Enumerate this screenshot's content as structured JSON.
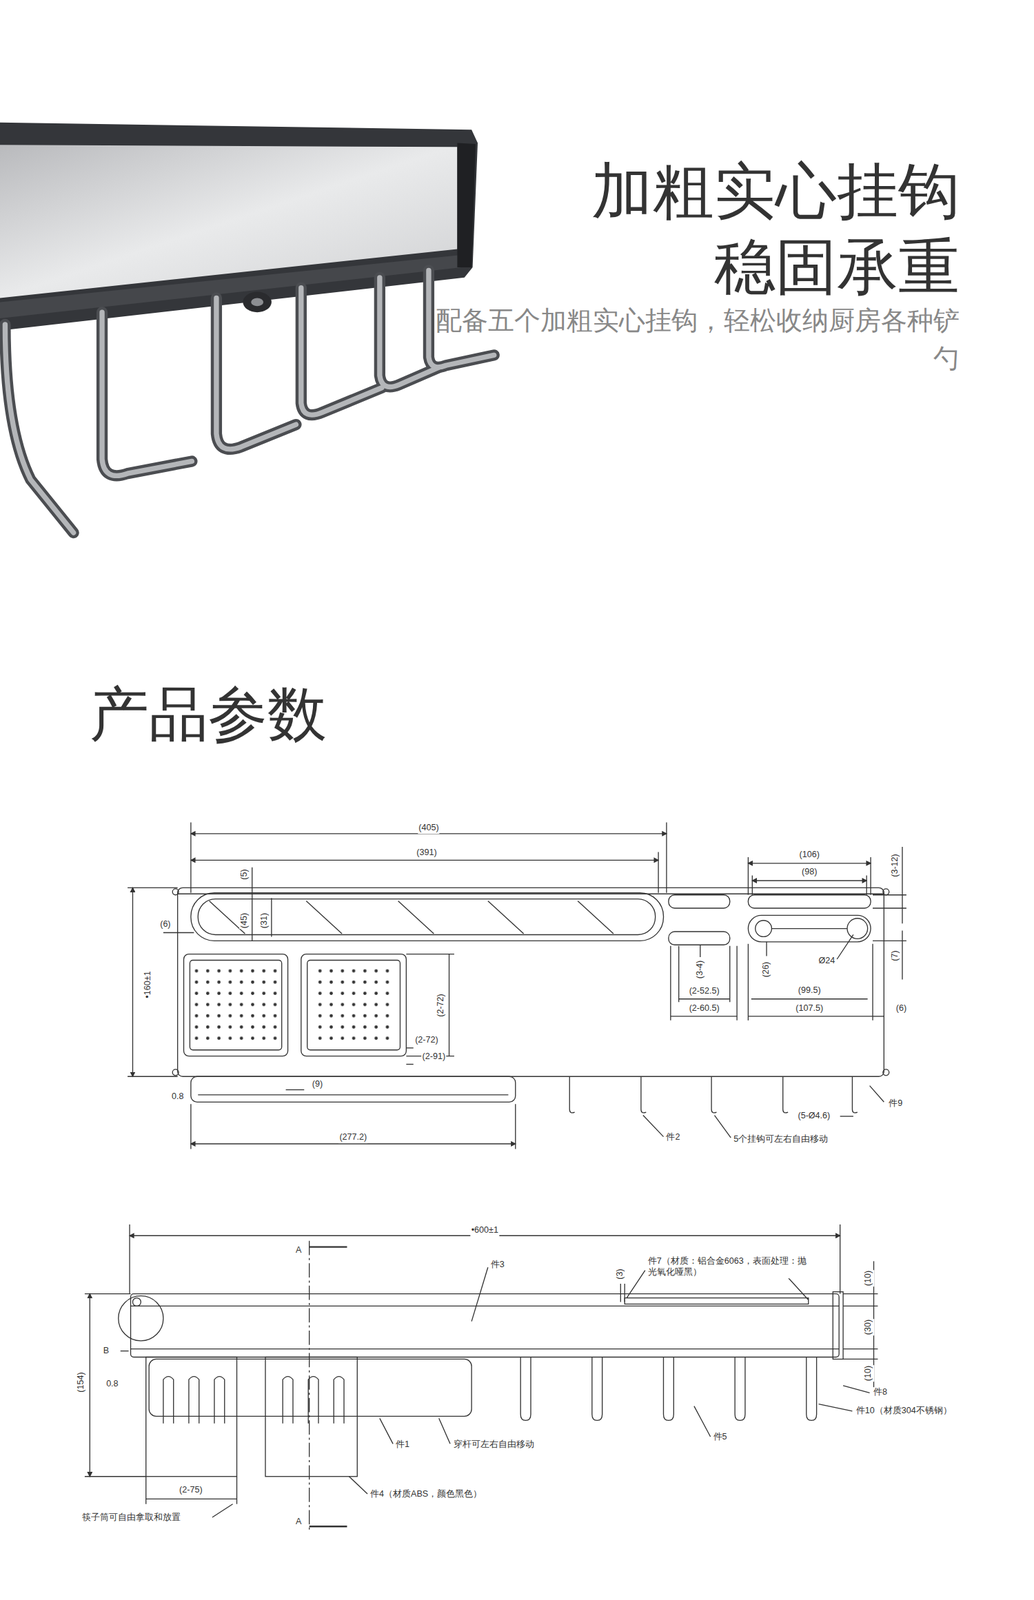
{
  "diagram": {
    "title": "产品参数",
    "labels": [
      "加粗实心挂钩",
      "稳固承重",
      "配备五个加粗实心挂钩，轻松收纳厨房各种铲勺",
      "(405)",
      "(391)",
      "(106)",
      "(98)",
      "(3-12)",
      "(5)",
      "(45)",
      "(31)",
      "(6)",
      "Ø24",
      "(3-4)",
      "(26)",
      "(7)",
      "(2-52.5)",
      "(99.5)",
      "(2-60.5)",
      "(107.5)",
      "(6)",
      "•160±1",
      "(2-72)",
      "(2-72)",
      "(2-91)",
      "(9)",
      "0.8",
      "(277.2)",
      "件9",
      "(5-Ø4.6)",
      "件2",
      "5个挂钩可左右自由移动",
      "•600±1",
      "件3",
      "件7（材质：铝合金6063，表面处理：抛光氧化哑黑）",
      "(3)",
      "(10)",
      "(30)",
      "(10)",
      "A",
      "B",
      "(154)",
      "0.8",
      "件8",
      "件10（材质304不锈钢）",
      "件1",
      "穿杆可左右自由移动",
      "件5",
      "(2-75)",
      "件4（材质ABS，颜色黑色）",
      "A",
      "筷子筒可自由拿取和放置"
    ]
  }
}
